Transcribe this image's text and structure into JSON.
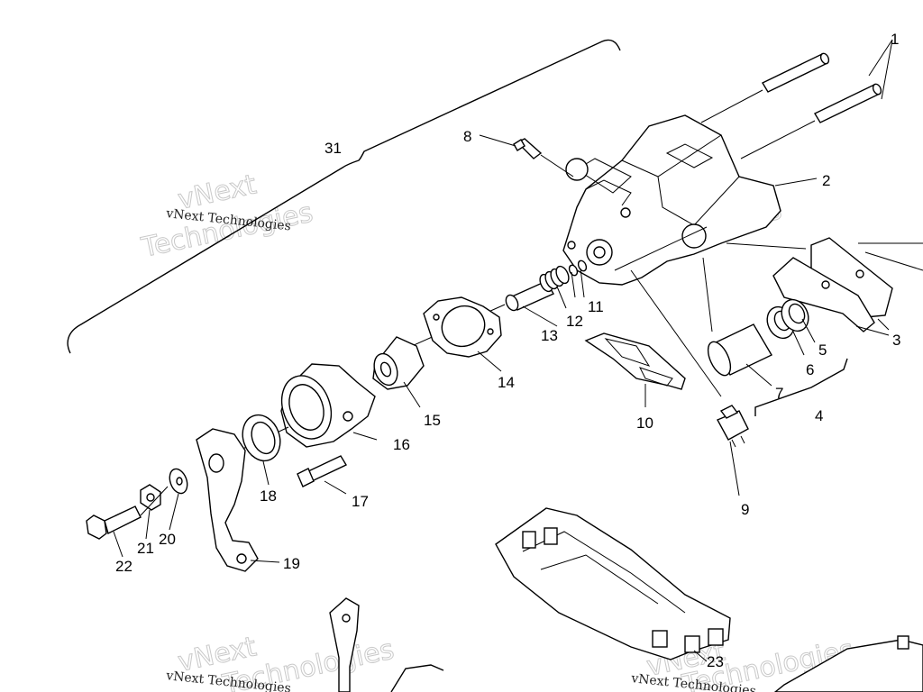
{
  "watermark": {
    "brand": "vNext Technologies",
    "brand_large_line1": "vNext",
    "brand_large_line2": "Technologies"
  },
  "callouts": {
    "c1": "1",
    "c2": "2",
    "c3": "3",
    "c4": "4",
    "c5": "5",
    "c6": "6",
    "c7": "7",
    "c8": "8",
    "c9": "9",
    "c10": "10",
    "c11": "11",
    "c12": "12",
    "c13": "13",
    "c14": "14",
    "c15": "15",
    "c16": "16",
    "c17": "17",
    "c18": "18",
    "c19": "19",
    "c20": "20",
    "c21": "21",
    "c22": "22",
    "c23": "23",
    "c31": "31"
  }
}
